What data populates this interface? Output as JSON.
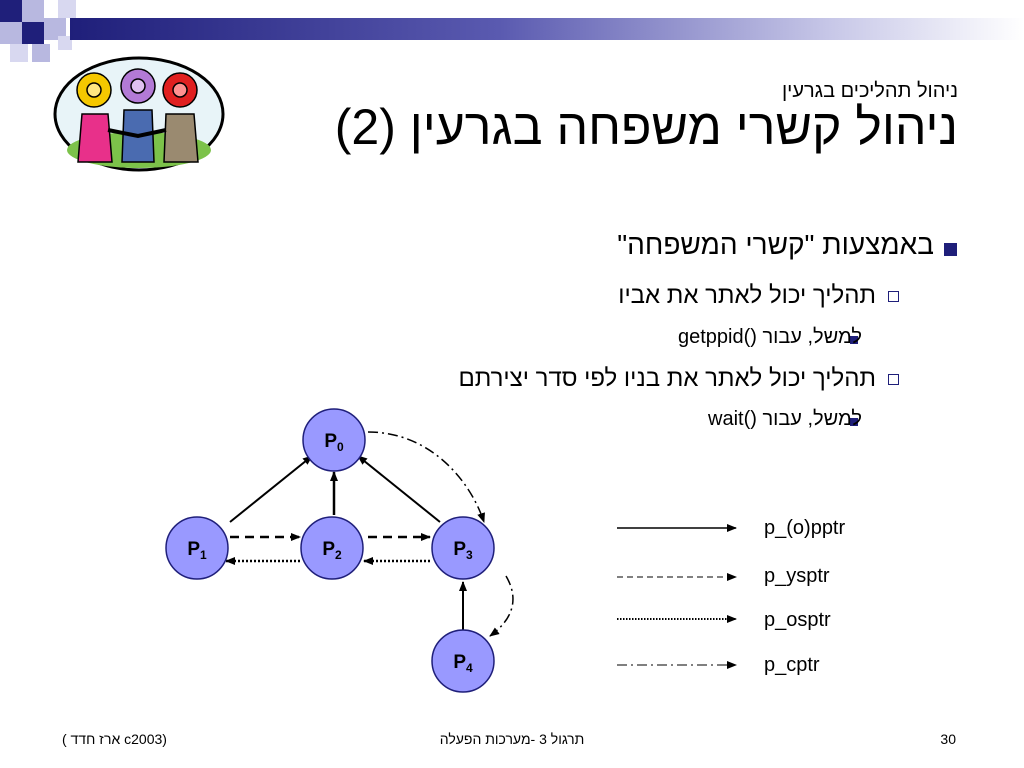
{
  "header": {
    "subtitle": "ניהול תהליכים בגרעין",
    "title": "ניהול קשרי משפחה בגרעין (2)"
  },
  "bullets": [
    {
      "level": 1,
      "text": "באמצעות \"קשרי המשפחה\""
    },
    {
      "level": 2,
      "text": "תהליך יכול לאתר את אביו"
    },
    {
      "level": 3,
      "text": "למשל, עבור ()getppid"
    },
    {
      "level": 2,
      "text": "תהליך יכול לאתר את בניו לפי סדר יצירתם"
    },
    {
      "level": 3,
      "text": "למשל, עבור ()wait"
    }
  ],
  "diagram": {
    "nodes": [
      {
        "id": "P0",
        "base": "P",
        "sub": "0"
      },
      {
        "id": "P1",
        "base": "P",
        "sub": "1"
      },
      {
        "id": "P2",
        "base": "P",
        "sub": "2"
      },
      {
        "id": "P3",
        "base": "P",
        "sub": "3"
      },
      {
        "id": "P4",
        "base": "P",
        "sub": "4"
      }
    ],
    "node_fill": "#9999ff",
    "legend": [
      {
        "style": "solid",
        "label": "p_(o)pptr"
      },
      {
        "style": "dashed",
        "label": "p_ysptr"
      },
      {
        "style": "dotted",
        "label": "p_osptr"
      },
      {
        "style": "dashdot",
        "label": "p_cptr"
      }
    ]
  },
  "footer": {
    "left": "(c2003 ארז חדד )",
    "center": "תרגול 3 -מערכות הפעלה",
    "page_number": "30"
  },
  "colors": {
    "accent": "#1f1f7a",
    "deco_light": "#b8b8e0"
  }
}
